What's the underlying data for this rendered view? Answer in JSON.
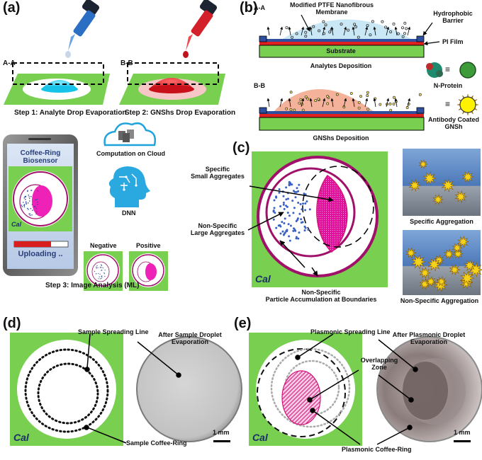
{
  "panels": {
    "a": "(a)",
    "b": "(b)",
    "c": "(c)",
    "d": "(d)",
    "e": "(e)"
  },
  "a": {
    "sec_aa": "A-A",
    "sec_bb": "B-B",
    "step1": "Step 1: Analyte Drop Evaporation",
    "step2": "Step 2: GNShs Drop Evaporation",
    "step3": "Step 3: Image Analysis (ML)",
    "phone_title_1": "Coffee-Ring",
    "phone_title_2": "Biosensor",
    "uploading": "Uploading ..",
    "cloud": "Computation on Cloud",
    "dnn": "DNN",
    "negative": "Negative",
    "positive": "Positive",
    "cal": "Cal",
    "colors": {
      "green": "#79cf4f",
      "cyan": "#2ad0f0",
      "red": "#e0262a",
      "magenta": "#d4127a",
      "blue": "#1a6fc0"
    }
  },
  "b": {
    "aa": "A-A",
    "bb": "B-B",
    "membrane_1": "Modified PTFE Nanofibrous",
    "membrane_2": "Membrane",
    "barrier_1": "Hydrophobic",
    "barrier_2": "Barrier",
    "pi": "PI Film",
    "substrate": "Substrate",
    "analytes": "Analytes Deposition",
    "gnsh": "GNShs Deposition",
    "nprotein": "N-Protein",
    "antibody_1": "Antibody Coated",
    "antibody_2": "GNSh",
    "equiv": "≡"
  },
  "c": {
    "specific_small_1": "Specific",
    "specific_small_2": "Small Aggregates",
    "nonspecific_large_1": "Non-Specific",
    "nonspecific_large_2": "Large Aggregates",
    "accum_1": "Non-Specific",
    "accum_2": "Particle Accumulation at Boundaries",
    "specific_agg": "Specific Aggregation",
    "nonspecific_agg": "Non-Specific Aggregation",
    "cal": "Cal"
  },
  "d": {
    "spreading": "Sample Spreading Line",
    "after_1": "After Sample Droplet",
    "after_2": "Evaporation",
    "ring": "Sample Coffee-Ring",
    "scale": "1 mm",
    "cal": "Cal"
  },
  "e": {
    "spreading": "Plasmonic Spreading Line",
    "after_1": "After Plasmonic Droplet",
    "after_2": "Evaporation",
    "overlap_1": "Overlapping",
    "overlap_2": "Zone",
    "ring": "Plasmonic Coffee-Ring",
    "scale": "1 mm",
    "cal": "Cal"
  }
}
